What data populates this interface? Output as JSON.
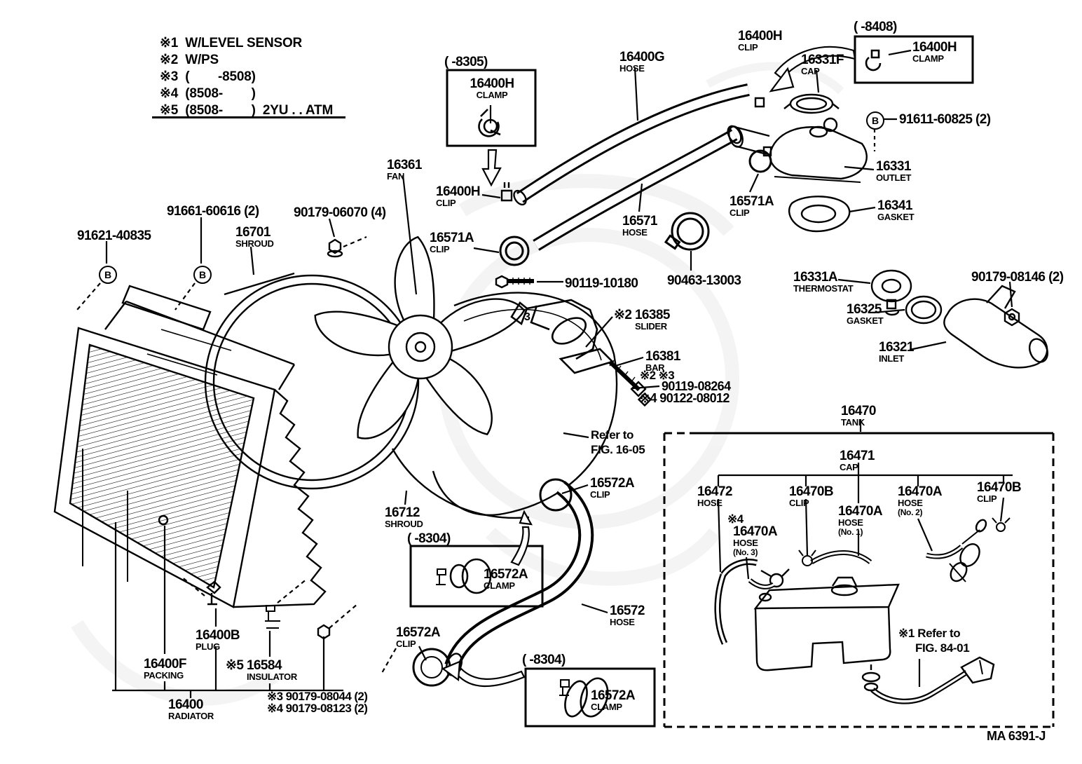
{
  "legend": {
    "items": [
      "※1  W/LEVEL SENSOR",
      "※2  W/PS",
      "※3  (        -8508)",
      "※4  (8508-        )",
      "※5  (8508-        )  2YU . . ATM"
    ]
  },
  "markers": {
    "b": "B",
    "bracket_3": "3"
  },
  "footer": {
    "doc_code": "MA 6391-J"
  },
  "labels": {
    "g16400g": {
      "num": "16400G",
      "desc": "HOSE"
    },
    "p8305": {
      "text": "(        -8305)"
    },
    "c8305_16400h": {
      "num": "16400H",
      "desc": "CLAMP"
    },
    "c16400h_mid": {
      "num": "16400H",
      "desc": "CLIP"
    },
    "c16400h_top": {
      "num": "16400H",
      "desc": "CLIP"
    },
    "p8408": {
      "text": "(        -8408)"
    },
    "c8408_16400h": {
      "num": "16400H",
      "desc": "CLAMP"
    },
    "f16331f": {
      "num": "16331F",
      "desc": "CAP"
    },
    "n91611": {
      "text": "91611-60825 (2)"
    },
    "o16331": {
      "num": "16331",
      "desc": "OUTLET"
    },
    "g16341": {
      "num": "16341",
      "desc": "GASKET"
    },
    "c16571a_r": {
      "num": "16571A",
      "desc": "CLIP"
    },
    "h16571": {
      "num": "16571",
      "desc": "HOSE"
    },
    "n90463": {
      "text": "90463-13003"
    },
    "t16331a": {
      "num": "16331A",
      "desc": "THERMOSTAT"
    },
    "n90179_08146": {
      "text": "90179-08146 (2)"
    },
    "g16325": {
      "num": "16325",
      "desc": "GASKET"
    },
    "i16321": {
      "num": "16321",
      "desc": "INLET"
    },
    "f16361": {
      "num": "16361",
      "desc": "FAN"
    },
    "n91661": {
      "text": "91661-60616 (2)"
    },
    "n90179_06070": {
      "text": "90179-06070 (4)"
    },
    "s16701": {
      "num": "16701",
      "desc": "SHROUD"
    },
    "n91621": {
      "text": "91621-40835"
    },
    "c16571a_l": {
      "num": "16571A",
      "desc": "CLIP"
    },
    "n90119_10180": {
      "text": "90119-10180"
    },
    "s16385": {
      "num": "※2 16385",
      "desc": "SLIDER"
    },
    "b16381": {
      "num": "16381",
      "desc": "BAR"
    },
    "m23": {
      "text": "※2 ※3"
    },
    "n90119_08264": {
      "text": "90119-08264"
    },
    "n90122": {
      "text": "※4 90122-08012"
    },
    "ref1605": {
      "line1": "Refer to",
      "line2": "FIG. 16-05"
    },
    "c16572a_up": {
      "num": "16572A",
      "desc": "CLIP"
    },
    "s16712": {
      "num": "16712",
      "desc": "SHROUD"
    },
    "p8304a": {
      "text": "(        -8304)"
    },
    "cl16572a_a": {
      "num": "16572A",
      "desc": "CLAMP"
    },
    "h16572": {
      "num": "16572",
      "desc": "HOSE"
    },
    "c16572a_low": {
      "num": "16572A",
      "desc": "CLIP"
    },
    "p8304b": {
      "text": "(        -8304)"
    },
    "cl16572a_b": {
      "num": "16572A",
      "desc": "CLAMP"
    },
    "p16400b": {
      "num": "16400B",
      "desc": "PLUG"
    },
    "pk16400f": {
      "num": "16400F",
      "desc": "PACKING"
    },
    "i16584": {
      "num": "※5 16584",
      "desc": "INSULATOR"
    },
    "r16400": {
      "num": "16400",
      "desc": "RADIATOR"
    },
    "n90179_08044": {
      "text": "※3 90179-08044 (2)"
    },
    "n90179_08123": {
      "text": "※4 90179-08123 (2)"
    },
    "t16470": {
      "num": "16470",
      "desc": "TANK"
    },
    "c16471": {
      "num": "16471",
      "desc": "CAP"
    },
    "h16472": {
      "num": "16472",
      "desc": "HOSE"
    },
    "m4": {
      "text": "※4"
    },
    "h16470a_3": {
      "num": "16470A",
      "desc": "HOSE",
      "desc2": "(No. 3)"
    },
    "c16470b_1": {
      "num": "16470B",
      "desc": "CLIP"
    },
    "h16470a_1": {
      "num": "16470A",
      "desc": "HOSE",
      "desc2": "(No. 1)"
    },
    "h16470a_2": {
      "num": "16470A",
      "desc": "HOSE",
      "desc2": "(No. 2)"
    },
    "c16470b_2": {
      "num": "16470B",
      "desc": "CLIP"
    },
    "ref8401": {
      "line1": "※1 Refer to",
      "line2": "FIG. 84-01"
    }
  }
}
